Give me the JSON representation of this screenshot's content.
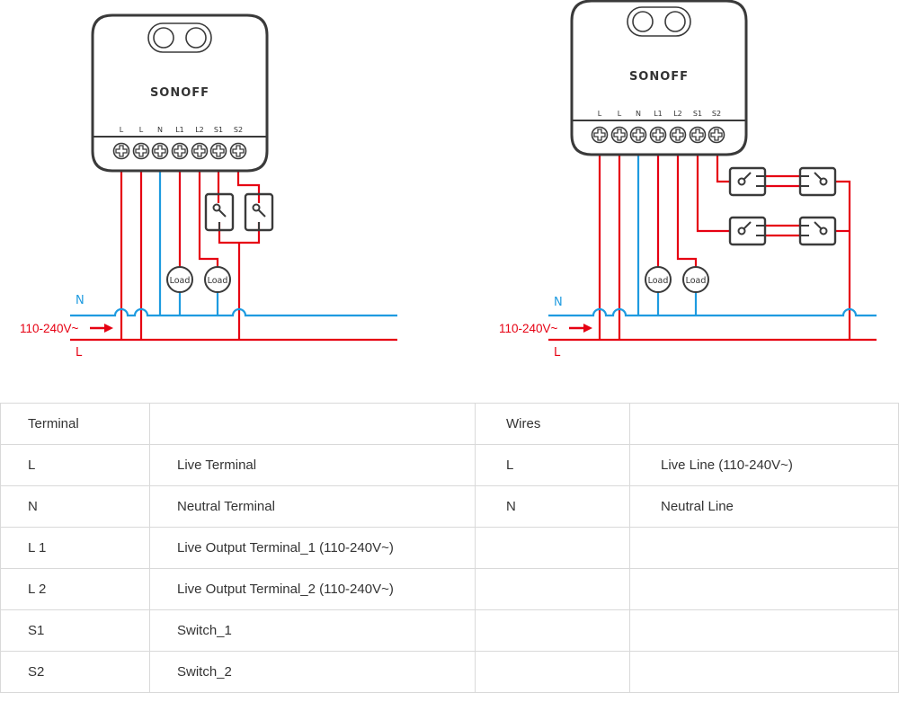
{
  "diagrams": [
    {
      "id": "single-switch",
      "brand": "SONOFF",
      "terminals": [
        "L",
        "L",
        "N",
        "L1",
        "L2",
        "S1",
        "S2"
      ],
      "load_labels": [
        "Load",
        "Load"
      ],
      "neutral_label": "N",
      "live_label": "L",
      "voltage_label": "110-240V~"
    },
    {
      "id": "two-way-switch",
      "brand": "SONOFF",
      "terminals": [
        "L",
        "L",
        "N",
        "L1",
        "L2",
        "S1",
        "S2"
      ],
      "load_labels": [
        "Load",
        "Load"
      ],
      "neutral_label": "N",
      "live_label": "L",
      "voltage_label": "110-240V~"
    }
  ],
  "colors": {
    "live_wire": "#e60012",
    "neutral_wire": "#1e9be0",
    "outline": "#3a3a3a",
    "table_border": "#d9d9d9"
  },
  "table": {
    "header": [
      "Terminal",
      "",
      "Wires",
      ""
    ],
    "rows": [
      [
        "L",
        "Live Terminal",
        "L",
        "Live Line (110-240V~)"
      ],
      [
        "N",
        "Neutral Terminal",
        "N",
        "Neutral Line"
      ],
      [
        "L 1",
        "Live Output Terminal_1 (110-240V~)",
        "",
        ""
      ],
      [
        "L 2",
        "Live Output Terminal_2 (110-240V~)",
        "",
        ""
      ],
      [
        "S1",
        "Switch_1",
        "",
        ""
      ],
      [
        "S2",
        "Switch_2",
        "",
        ""
      ]
    ]
  }
}
